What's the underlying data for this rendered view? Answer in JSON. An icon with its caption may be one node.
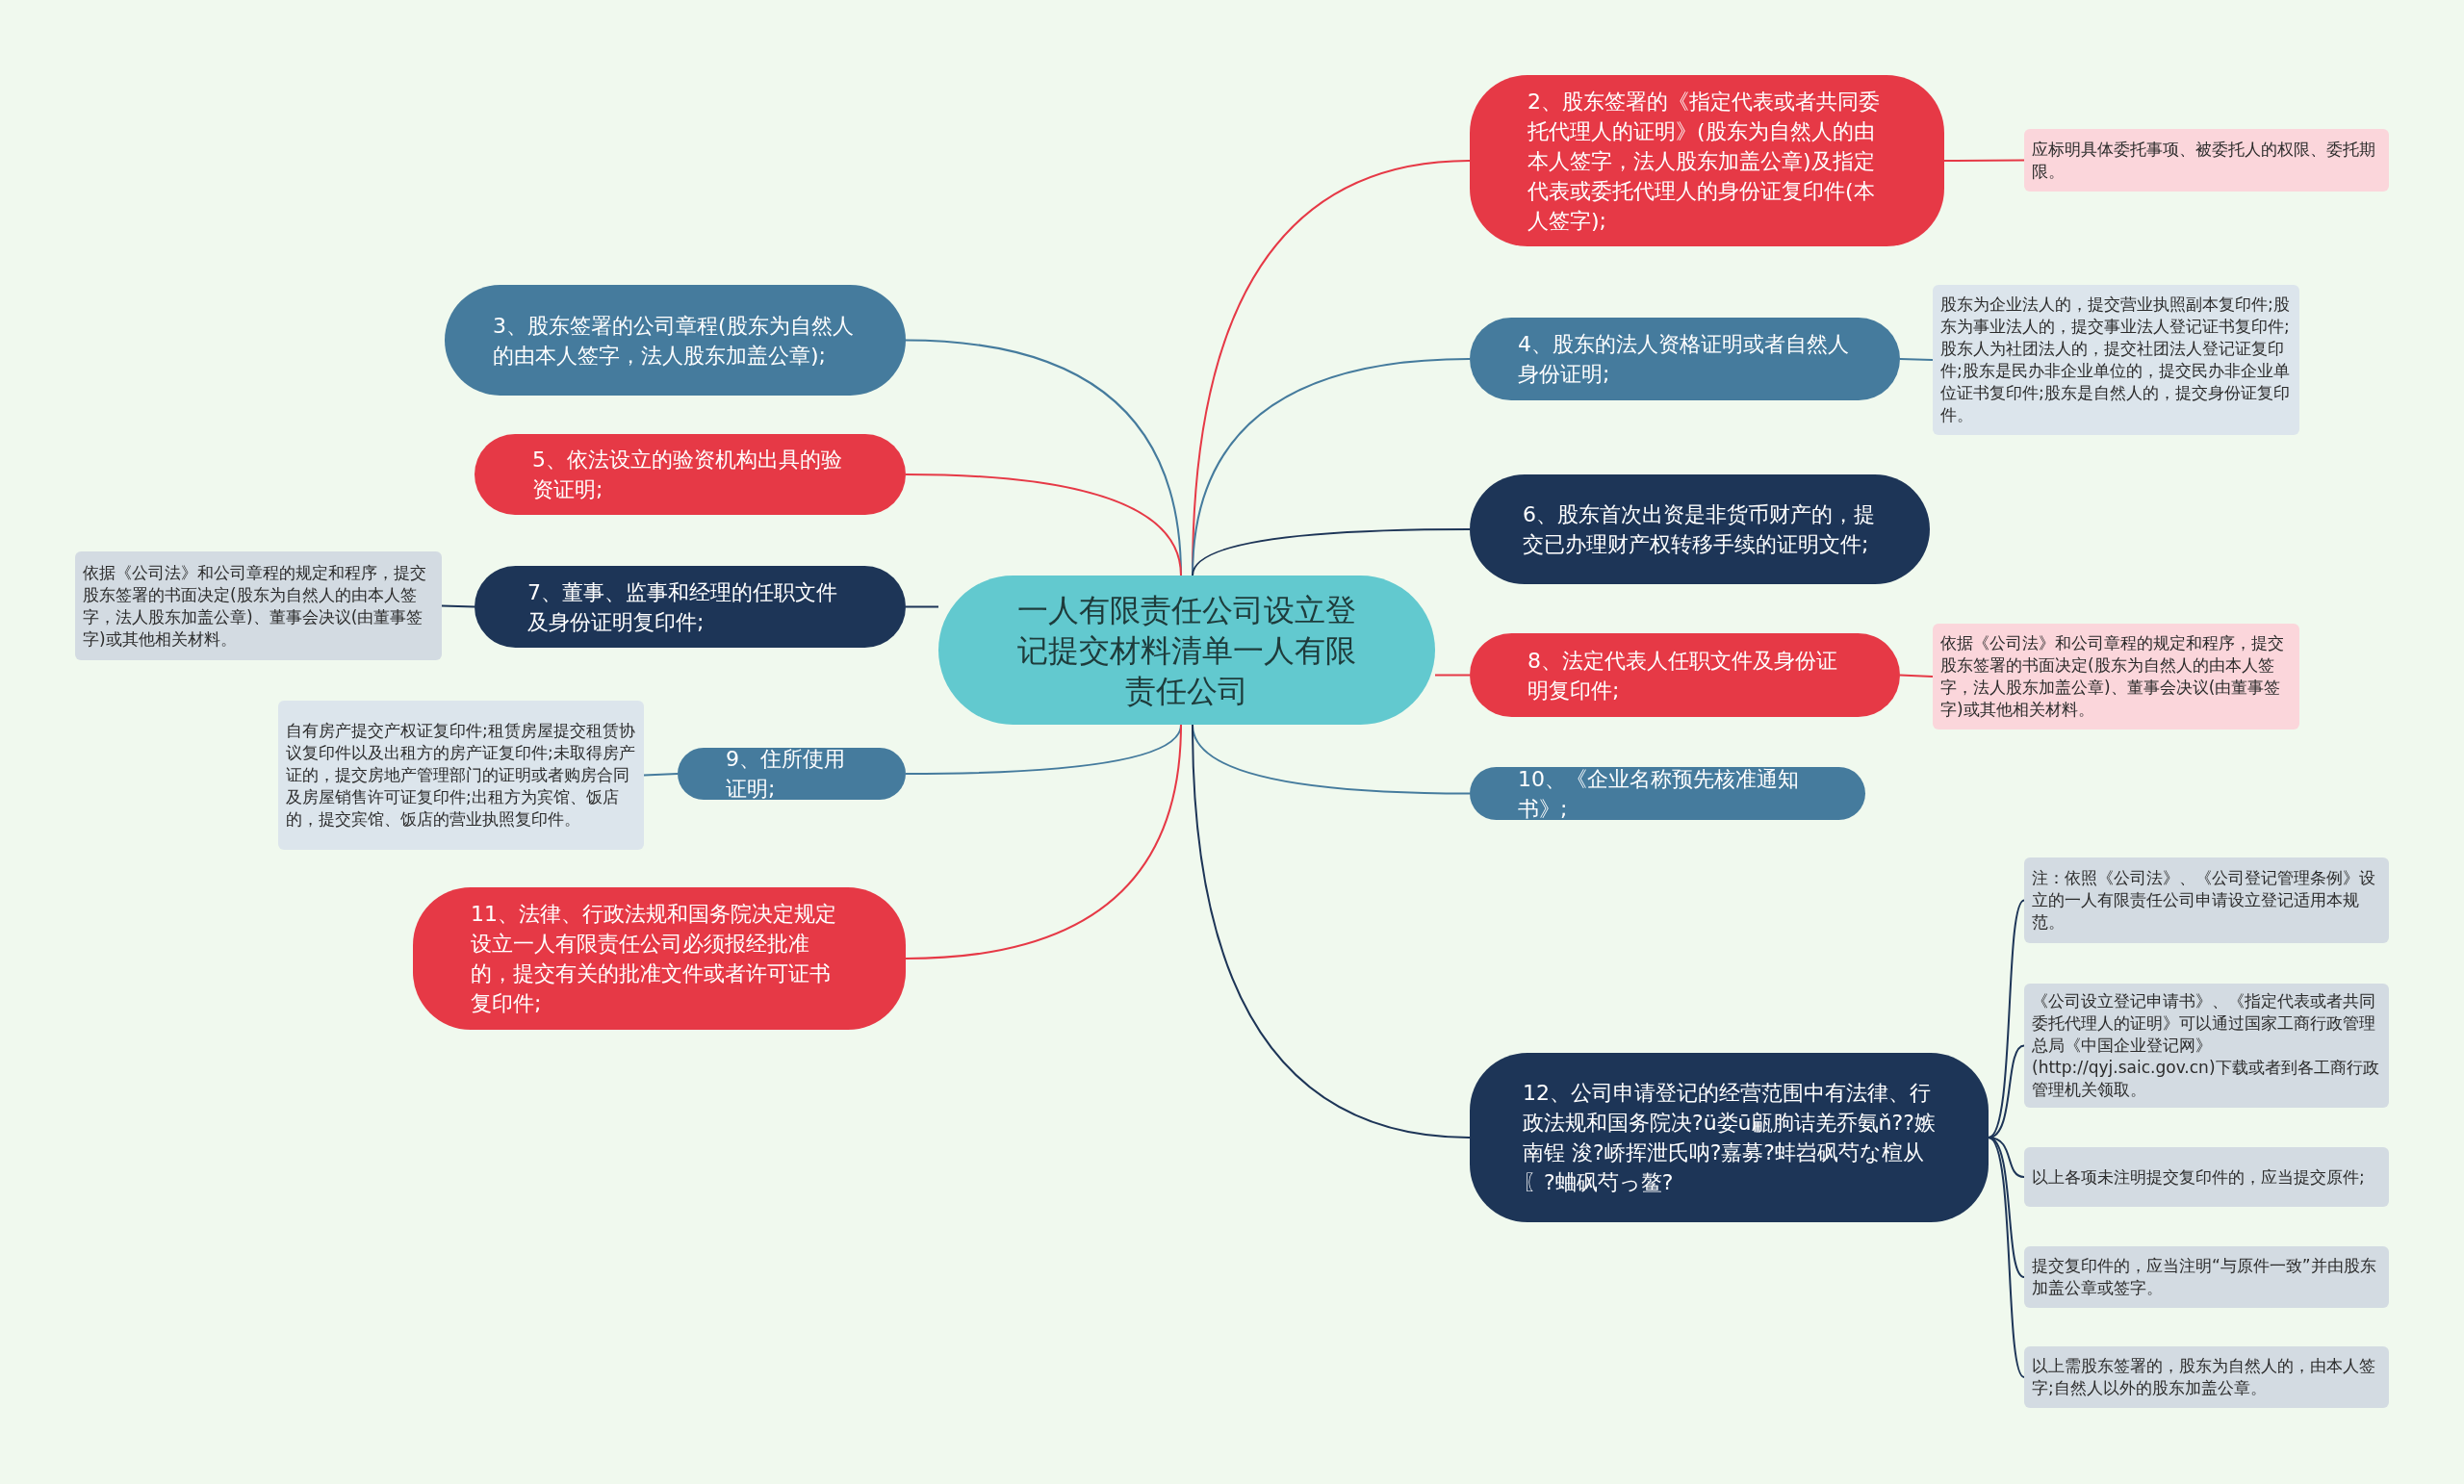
{
  "diagram": {
    "nodes": [
      {
        "text": [
          "一人有限责任公司设立登记提交材料清单一人有限责任公司"
        ]
      },
      {
        "text": [
          "2、股东签署的《指定代表或者共同委托代理人的证明》(股东为自然人的由本人签字，法人股东加盖公章)及指定代表或委托代理人的身份证复印件(本人签字);"
        ]
      },
      {
        "text": [
          "应标明具体委托事项、被委托人的权限、委托期限。"
        ]
      },
      {
        "text": [
          "3、股东签署的公司章程(股东为自然人的由本人签字，法人股东加盖公章);"
        ]
      },
      {
        "text": [
          "4、股东的法人资格证明或者自然人身份证明;"
        ]
      },
      {
        "text": [
          "股东为企业法人的，提交营业执照副本复印件;股东为事业法人的，提交事业法人登记证书复印件;股东人为社团法人的，提交社团法人登记证复印件;股东是民办非企业单位的，提交民办非企业单位证书复印件;股东是自然人的，提交身份证复印件。"
        ]
      },
      {
        "text": [
          "5、依法设立的验资机构出具的验资证明;"
        ]
      },
      {
        "text": [
          "6、股东首次出资是非货币财产的，提交已办理财产权转移手续的证明文件;"
        ]
      },
      {
        "text": [
          "7、董事、监事和经理的任职文件及身份证明复印件;"
        ]
      },
      {
        "text": [
          "依据《公司法》和公司章程的规定和程序，提交股东签署的书面决定(股东为自然人的由本人签字，法人股东加盖公章)、董事会决议(由董事签字)或其他相关材料。"
        ]
      },
      {
        "text": [
          "8、法定代表人任职文件及身份证明复印件;"
        ]
      },
      {
        "text": [
          "依据《公司法》和公司章程的规定和程序，提交股东签署的书面决定(股东为自然人的由本人签字，法人股东加盖公章)、董事会决议(由董事签字)或其他相关材料。"
        ]
      },
      {
        "text": [
          "9、住所使用证明;"
        ]
      },
      {
        "text": [
          "自有房产提交产权证复印件;租赁房屋提交租赁协议复印件以及出租方的房产证复印件;未取得房产证的，提交房地产管理部门的证明或者购房合同及房屋销售许可证复印件;出租方为宾馆、饭店的，提交宾馆、饭店的营业执照复印件。"
        ]
      },
      {
        "text": [
          "10、《企业名称预先核准通知书》;"
        ]
      },
      {
        "text": [
          "11、法律、行政法规和国务院决定规定设立一人有限责任公司必须报经批准的，提交有关的批准文件或者许可证书复印件;"
        ]
      },
      {
        "text": [
          "12、公司申请登记的经营范围中有法律、行政法规和国务院决?ü娄ū甂朐诘羌乔氨ň??嫉南锃 浚?峤挥泄氏呐?嘉募?蚌岧砜芍な楦从〖?蛐砜芍っ鳌?"
        ]
      },
      {
        "text": [
          "注：依照《公司法》、《公司登记管理条例》设立的一人有限责任公司申请设立登记适用本规范。"
        ]
      },
      {
        "text": [
          "《公司设立登记申请书》、《指定代表或者共同委托代理人的证明》可以通过国家工商行政管理总局《中国企业登记网》(http://qyj.saic.gov.cn)下载或者到各工商行政管理机关领取。"
        ]
      },
      {
        "text": [
          "以上各项未注明提交复印件的，应当提交原件;"
        ]
      },
      {
        "text": [
          "提交复印件的，应当注明“与原件一致”并由股东加盖公章或签字。"
        ]
      },
      {
        "text": [
          "以上需股东签署的，股东为自然人的，由本人签字;自然人以外的股东加盖公章。"
        ]
      }
    ],
    "edges": [
      {
        "from": 0,
        "to": 1,
        "arrow": "none",
        "color": "#e63946"
      },
      {
        "from": 1,
        "to": 2,
        "arrow": "none",
        "color": "#e63946"
      },
      {
        "from": 0,
        "to": 3,
        "arrow": "none",
        "color": "#457b9d"
      },
      {
        "from": 0,
        "to": 4,
        "arrow": "none",
        "color": "#457b9d"
      },
      {
        "from": 4,
        "to": 5,
        "arrow": "none",
        "color": "#457b9d"
      },
      {
        "from": 0,
        "to": 6,
        "arrow": "none",
        "color": "#e63946"
      },
      {
        "from": 0,
        "to": 7,
        "arrow": "none"
      },
      {
        "from": 0,
        "to": 8,
        "arrow": "none"
      },
      {
        "from": 8,
        "to": 9,
        "arrow": "none"
      },
      {
        "from": 0,
        "to": 10,
        "arrow": "none",
        "color": "#e63946"
      },
      {
        "from": 10,
        "to": 11,
        "arrow": "none",
        "color": "#e63946"
      },
      {
        "from": 0,
        "to": 12,
        "arrow": "none",
        "color": "#457b9d"
      },
      {
        "from": 12,
        "to": 13,
        "arrow": "none",
        "color": "#457b9d"
      },
      {
        "from": 0,
        "to": 14,
        "arrow": "none",
        "color": "#457b9d"
      },
      {
        "from": 0,
        "to": 15,
        "arrow": "none",
        "color": "#e63946"
      },
      {
        "from": 0,
        "to": 16,
        "arrow": "none"
      },
      {
        "from": 16,
        "to": 17,
        "arrow": "none"
      },
      {
        "from": 16,
        "to": 18,
        "arrow": "none"
      },
      {
        "from": 16,
        "to": 19,
        "arrow": "none"
      },
      {
        "from": 16,
        "to": 20,
        "arrow": "none"
      },
      {
        "from": 16,
        "to": 21,
        "arrow": "none"
      }
    ]
  }
}
